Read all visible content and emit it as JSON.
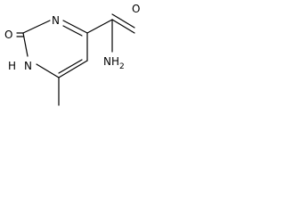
{
  "molecule": {
    "atoms": {
      "o_carbonyl_ring": "O",
      "n_ring_top": "N",
      "nh_ring": "H",
      "n_ring_nh": "N",
      "o_amide": "O",
      "amide_nh2": "NH",
      "amide_nh2_sub": "2"
    },
    "colors": {
      "ink": "#000000",
      "background": "#ffffff"
    }
  }
}
